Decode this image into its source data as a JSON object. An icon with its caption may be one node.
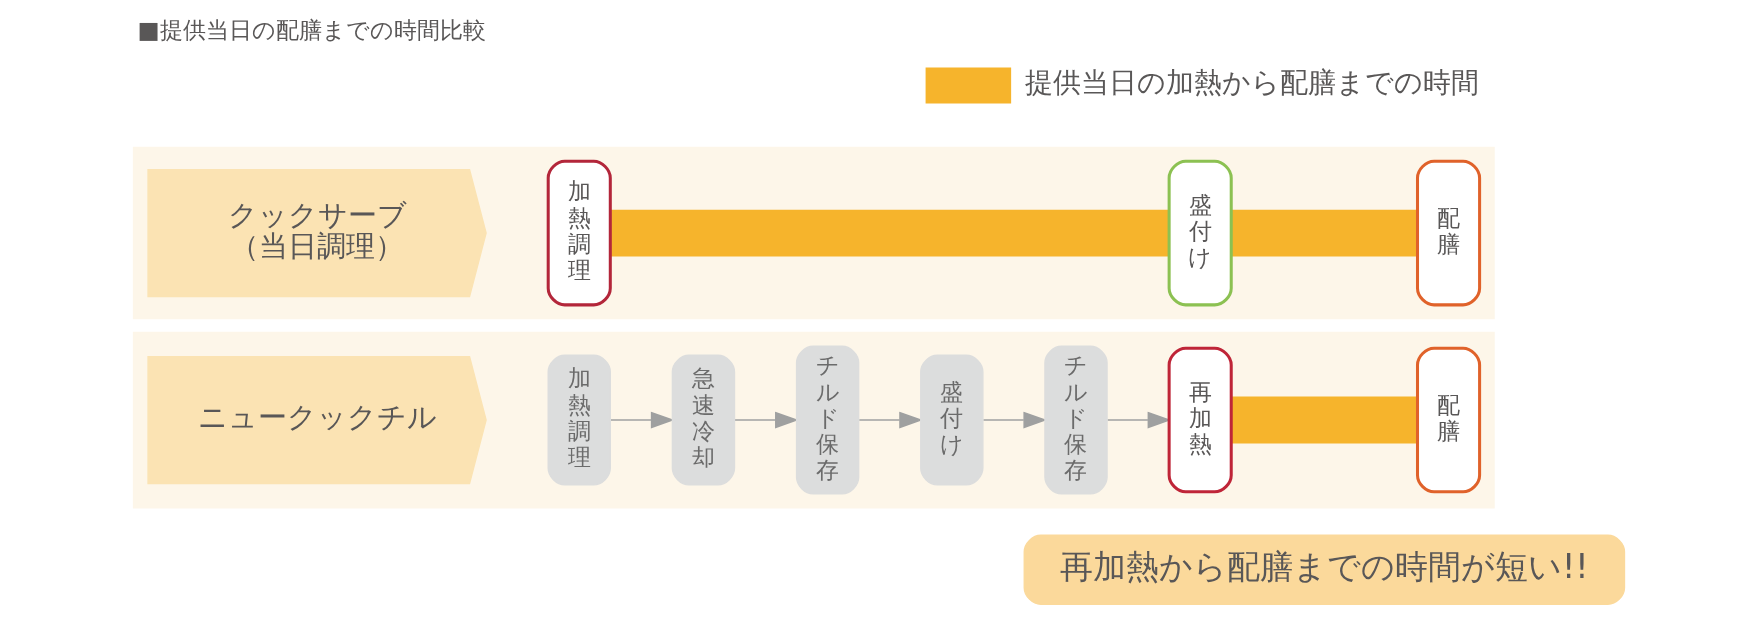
{
  "diagram": {
    "title": "■提供当日の配膳までの時間比較",
    "nodes": [
      {
        "text": [],
        "shape": "box"
      },
      {
        "text": [
          "クックサーブ（当日調理）"
        ],
        "in": 0
      },
      {
        "text": [
          "加熱調理"
        ],
        "in": 0
      },
      {
        "text": [
          "盛付け"
        ],
        "in": 0
      },
      {
        "text": [
          "配膳"
        ],
        "in": 0
      },
      {
        "text": [],
        "shape": "box"
      },
      {
        "text": [
          "ニュークックチル"
        ],
        "in": 5
      },
      {
        "text": [
          "加熱調理"
        ],
        "in": 5
      },
      {
        "text": [
          "急速冷却"
        ],
        "in": 5
      },
      {
        "text": [
          "チルド保存"
        ],
        "in": 5
      },
      {
        "text": [
          "盛付け"
        ],
        "in": 5
      },
      {
        "text": [
          "チルド保存"
        ],
        "in": 5
      },
      {
        "text": [
          "再加熱"
        ],
        "in": 5
      },
      {
        "text": [
          "配膳"
        ],
        "in": 5
      },
      {
        "text": [
          "再加熱から配膳までの時間が短い!!"
        ]
      }
    ],
    "edges": [
      {
        "from": 2,
        "to": 3,
        "arrow": "none",
        "style": "thick",
        "color": "#f6b42c"
      },
      {
        "from": 3,
        "to": 4,
        "arrow": "none",
        "style": "thick",
        "color": "#f6b42c"
      },
      {
        "from": 7,
        "to": 8,
        "arrow": "to"
      },
      {
        "from": 8,
        "to": 9,
        "arrow": "to"
      },
      {
        "from": 9,
        "to": 10,
        "arrow": "to"
      },
      {
        "from": 10,
        "to": 11,
        "arrow": "to"
      },
      {
        "from": 11,
        "to": 12,
        "arrow": "to"
      },
      {
        "from": 12,
        "to": 13,
        "arrow": "none",
        "style": "thick",
        "color": "#f6b42c"
      }
    ],
    "legend": [
      {
        "text": "提供当日の加熱から配膳までの時間",
        "color": "#f6b42c"
      }
    ]
  }
}
